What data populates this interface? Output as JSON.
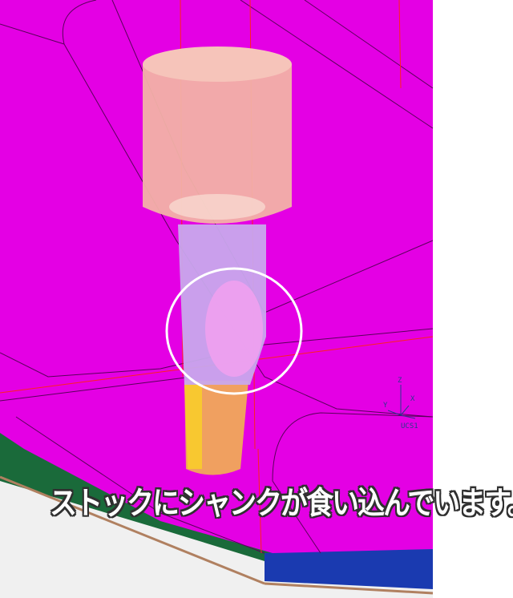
{
  "annotation": {
    "caption": "ストックにシャンクが食い込んでいます。"
  },
  "ucs": {
    "label": "UCS1",
    "axis_x": "X",
    "axis_y": "Y",
    "axis_z": "Z"
  },
  "colors": {
    "stock_surface": "#e400e4",
    "edge_line": "#5a005a",
    "holder": "#f2b2a6",
    "shank": "#c8a8ec",
    "cutter": "#f0a060",
    "cutter_flute": "#f8c830",
    "interference": "#f0a0f0",
    "highlight_circle": "#ffffff",
    "toolpath_red": "#ff2020",
    "base_green": "#1a6a3a",
    "base_blue": "#1a3ab0",
    "background": "#ffffff"
  }
}
